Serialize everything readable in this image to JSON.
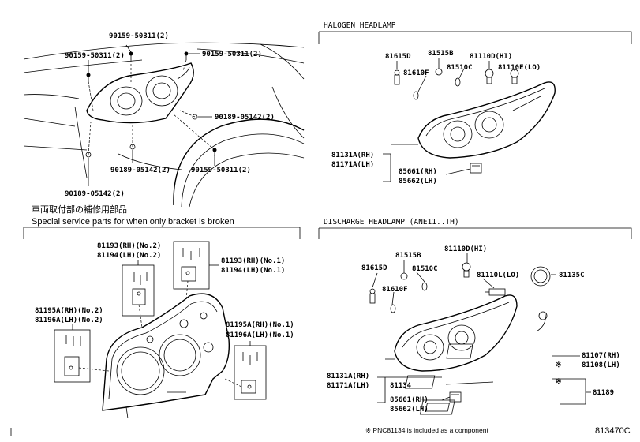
{
  "sections": {
    "halogen_title": "HALOGEN HEADLAMP",
    "discharge_title": "DISCHARGE HEADLAMP (ANE11..TH)",
    "bracket_title_jp": "車両取付部の補修用部品",
    "bracket_title_en": "Special service parts for when only bracket is broken"
  },
  "vehicle_parts": {
    "bolt_a1": "90159-50311(2)",
    "bolt_a2": "90159-50311(2)",
    "bolt_a3": "90159-50311(2)",
    "bolt_a4": "90159-50311(2)",
    "nut_b1": "90189-05142(2)",
    "nut_b2": "90189-05142(2)",
    "nut_b3": "90189-05142(2)"
  },
  "halogen_parts": {
    "p81615D": "81615D",
    "p81515B": "81515B",
    "p81110D": "81110D(HI)",
    "p81610F": "81610F",
    "p81510C": "81510C",
    "p81110E": "81110E(LO)",
    "p81131A": "81131A(RH)",
    "p81171A": "81171A(LH)",
    "p85661": "85661(RH)",
    "p85662": "85662(LH)"
  },
  "discharge_parts": {
    "p81515B": "81515B",
    "p81110D": "81110D(HI)",
    "p81615D": "81615D",
    "p81510C": "81510C",
    "p81110L": "81110L(LO)",
    "p81135C": "81135C",
    "p81610F": "81610F",
    "p81107": "81107(RH)",
    "p81108": "81108(LH)",
    "p81131A": "81131A(RH)",
    "p81171A": "81171A(LH)",
    "p81134": "81134",
    "p81189": "81189",
    "p85661": "85661(RH)",
    "p85662": "85662(LH)",
    "mark1": "※",
    "mark2": "※"
  },
  "bracket_parts": {
    "p81193_2": "81193(RH)(No.2)",
    "p81194_2": "81194(LH)(No.2)",
    "p81193_1": "81193(RH)(No.1)",
    "p81194_1": "81194(LH)(No.1)",
    "p81195A_2": "81195A(RH)(No.2)",
    "p81196A_2": "81196A(LH)(No.2)",
    "p81195A_1": "81195A(RH)(No.1)",
    "p81196A_1": "81196A(LH)(No.1)"
  },
  "footer": {
    "note": "※ PNC81134 is included as a component",
    "code": "813470C"
  }
}
